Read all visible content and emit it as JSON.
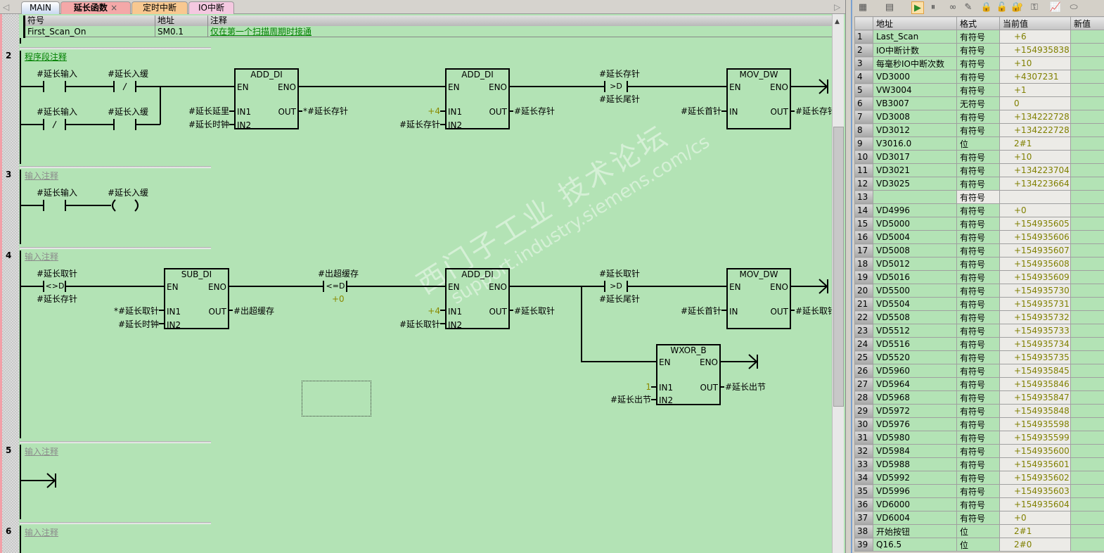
{
  "tabs": [
    {
      "label": "MAIN"
    },
    {
      "label": "延长函数"
    },
    {
      "label": "定时中断"
    },
    {
      "label": "IO中断"
    }
  ],
  "tab_close": "×",
  "symbol_table": {
    "headers": [
      "符号",
      "地址",
      "注释"
    ],
    "row": [
      "First_Scan_On",
      "SM0.1",
      "仅在第一个扫描周期时接通"
    ]
  },
  "networks": [
    {
      "number": "2",
      "comment": "程序段注释",
      "c1": "#延长输入",
      "c2": "#延长入缓",
      "c3": "#延长输入",
      "c4": "#延长入缓",
      "add1": {
        "name": "ADD_DI",
        "en": "EN",
        "eno": "ENO",
        "in1": "IN1",
        "in2": "IN2",
        "out": "OUT",
        "in1_val": "#延长延里",
        "in2_val": "#延长时钟",
        "out_val": "*#延长存针"
      },
      "add2": {
        "name": "ADD_DI",
        "en": "EN",
        "eno": "ENO",
        "in1": "IN1",
        "in2": "IN2",
        "out": "OUT",
        "in1_val": "+4",
        "in2_val": "#延长存针",
        "out_val": "#延长存针"
      },
      "cmp": {
        "op": ">D",
        "top": "#延长存针",
        "bottom": "#延长尾针"
      },
      "mov": {
        "name": "MOV_DW",
        "en": "EN",
        "eno": "ENO",
        "in": "IN",
        "out": "OUT",
        "in_val": "#延长首针",
        "out_val": "#延长存针"
      }
    },
    {
      "number": "3",
      "comment": "输入注释",
      "c1": "#延长输入",
      "coil": "#延长入缓"
    },
    {
      "number": "4",
      "comment": "输入注释",
      "cmp1": {
        "op": "<>D",
        "top": "#延长取针",
        "bottom": "#延长存针"
      },
      "sub": {
        "name": "SUB_DI",
        "en": "EN",
        "eno": "ENO",
        "in1": "IN1",
        "in2": "IN2",
        "out": "OUT",
        "in1_val": "*#延长取针",
        "in2_val": "#延长时钟",
        "out_val": "#出超缓存"
      },
      "cmp2": {
        "op": "<=D",
        "top": "#出超缓存",
        "bottom": "+0"
      },
      "add": {
        "name": "ADD_DI",
        "en": "EN",
        "eno": "ENO",
        "in1": "IN1",
        "in2": "IN2",
        "out": "OUT",
        "in1_val": "+4",
        "in2_val": "#延长取针",
        "out_val": "#延长取针"
      },
      "cmp3": {
        "op": ">D",
        "top": "#延长取针",
        "bottom": "#延长尾针"
      },
      "mov": {
        "name": "MOV_DW",
        "en": "EN",
        "eno": "ENO",
        "in": "IN",
        "out": "OUT",
        "in_val": "#延长首针",
        "out_val": "#延长取针"
      },
      "wxor": {
        "name": "WXOR_B",
        "en": "EN",
        "eno": "ENO",
        "in1": "IN1",
        "in2": "IN2",
        "out": "OUT",
        "in1_val": "1",
        "in2_val": "#延长出节",
        "out_val": "#延长出节"
      }
    },
    {
      "number": "5",
      "comment": "输入注释"
    },
    {
      "number": "6",
      "comment": "输入注释"
    }
  ],
  "watermark": {
    "line1": "西门子工业 技术论坛",
    "line2": "support.industry.siemens.com/cs"
  },
  "status_chart": {
    "toolbar": [
      "add-row-icon",
      "delete-row-icon",
      "run-icon",
      "pause-icon",
      "glasses-icon",
      "pencil-icon",
      "lock-icon",
      "unlock-icon",
      "add-lock-icon",
      "unlock-all-icon",
      "trend-chart-icon",
      "tag-icon"
    ],
    "headers": [
      "",
      "地址",
      "格式",
      "当前值",
      "新值"
    ],
    "rows": [
      [
        "1",
        "Last_Scan",
        "有符号",
        "+6"
      ],
      [
        "2",
        "IO中断计数",
        "有符号",
        "+154935838"
      ],
      [
        "3",
        "每毫秒IO中断次数",
        "有符号",
        "+10"
      ],
      [
        "4",
        "VD3000",
        "有符号",
        "+4307231"
      ],
      [
        "5",
        "VW3004",
        "有符号",
        "+1"
      ],
      [
        "6",
        "VB3007",
        "无符号",
        "0"
      ],
      [
        "7",
        "VD3008",
        "有符号",
        "+134222728"
      ],
      [
        "8",
        "VD3012",
        "有符号",
        "+134222728"
      ],
      [
        "9",
        "V3016.0",
        "位",
        "2#1"
      ],
      [
        "10",
        "VD3017",
        "有符号",
        "+10"
      ],
      [
        "11",
        "VD3021",
        "有符号",
        "+134223704"
      ],
      [
        "12",
        "VD3025",
        "有符号",
        "+134223664"
      ],
      [
        "13",
        "",
        "有符号",
        ""
      ],
      [
        "14",
        "VD4996",
        "有符号",
        "+0"
      ],
      [
        "15",
        "VD5000",
        "有符号",
        "+154935605"
      ],
      [
        "16",
        "VD5004",
        "有符号",
        "+154935606"
      ],
      [
        "17",
        "VD5008",
        "有符号",
        "+154935607"
      ],
      [
        "18",
        "VD5012",
        "有符号",
        "+154935608"
      ],
      [
        "19",
        "VD5016",
        "有符号",
        "+154935609"
      ],
      [
        "20",
        "VD5500",
        "有符号",
        "+154935730"
      ],
      [
        "21",
        "VD5504",
        "有符号",
        "+154935731"
      ],
      [
        "22",
        "VD5508",
        "有符号",
        "+154935732"
      ],
      [
        "23",
        "VD5512",
        "有符号",
        "+154935733"
      ],
      [
        "24",
        "VD5516",
        "有符号",
        "+154935734"
      ],
      [
        "25",
        "VD5520",
        "有符号",
        "+154935735"
      ],
      [
        "26",
        "VD5960",
        "有符号",
        "+154935845"
      ],
      [
        "27",
        "VD5964",
        "有符号",
        "+154935846"
      ],
      [
        "28",
        "VD5968",
        "有符号",
        "+154935847"
      ],
      [
        "29",
        "VD5972",
        "有符号",
        "+154935848"
      ],
      [
        "30",
        "VD5976",
        "有符号",
        "+154935598"
      ],
      [
        "31",
        "VD5980",
        "有符号",
        "+154935599"
      ],
      [
        "32",
        "VD5984",
        "有符号",
        "+154935600"
      ],
      [
        "33",
        "VD5988",
        "有符号",
        "+154935601"
      ],
      [
        "34",
        "VD5992",
        "有符号",
        "+154935602"
      ],
      [
        "35",
        "VD5996",
        "有符号",
        "+154935603"
      ],
      [
        "36",
        "VD6000",
        "有符号",
        "+154935604"
      ],
      [
        "37",
        "VD6004",
        "有符号",
        "+0"
      ],
      [
        "38",
        "开始按钮",
        "位",
        "2#1"
      ],
      [
        "39",
        "Q16.5",
        "位",
        "2#0"
      ]
    ]
  },
  "colors": {
    "ladder_bg": "#b3e3b5",
    "value_text": "#808000",
    "comment_link": "#008000"
  }
}
